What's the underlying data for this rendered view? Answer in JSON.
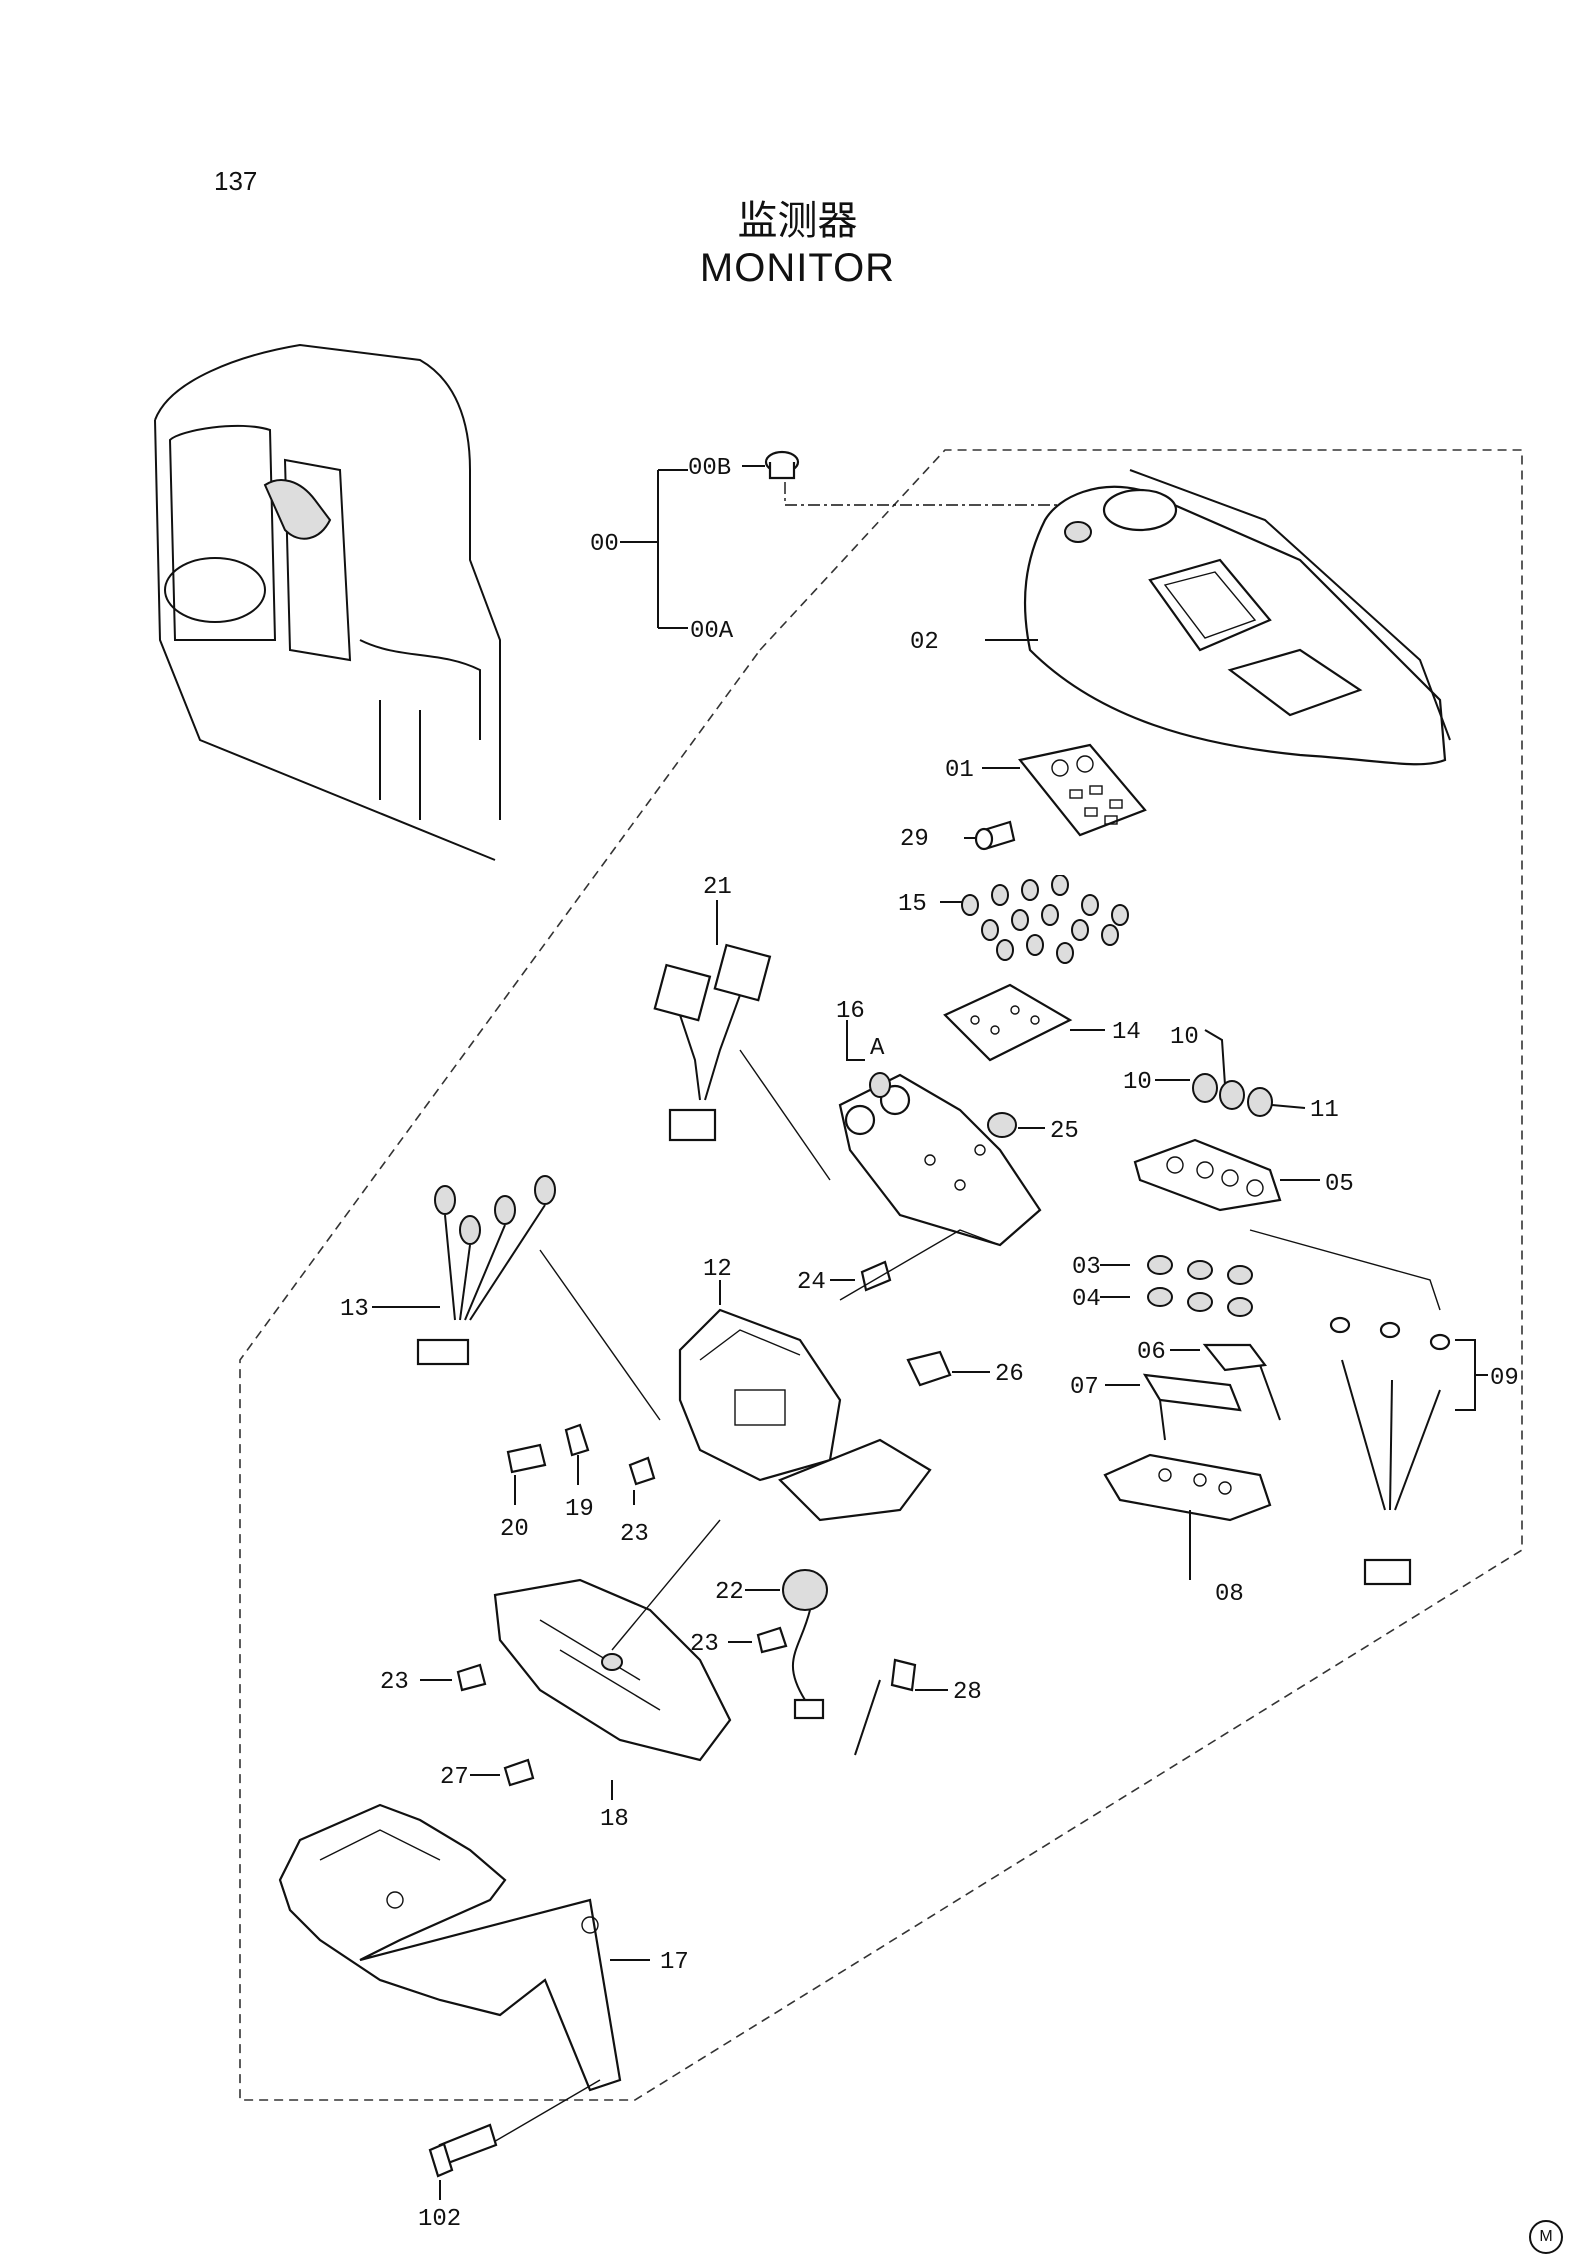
{
  "page": {
    "number": "137",
    "title_cn": "监测器",
    "title_en": "MONITOR",
    "corner_mark": "M"
  },
  "labels": {
    "l00B": "00B",
    "l00": "00",
    "l00A": "00A",
    "l02": "02",
    "l01": "01",
    "l29": "29",
    "l15": "15",
    "l21": "21",
    "l16": "16",
    "lA": "A",
    "l14": "14",
    "l10a": "10",
    "l10b": "10",
    "l11": "11",
    "l25": "25",
    "l05": "05",
    "l03": "03",
    "l04": "04",
    "l24": "24",
    "l12": "12",
    "l13": "13",
    "l06": "06",
    "l07": "07",
    "l09": "09",
    "l26": "26",
    "l20": "20",
    "l19": "19",
    "l23a": "23",
    "l22": "22",
    "l23b": "23",
    "l08": "08",
    "l23c": "23",
    "l28": "28",
    "l27": "27",
    "l18": "18",
    "l17": "17",
    "l102": "102"
  }
}
